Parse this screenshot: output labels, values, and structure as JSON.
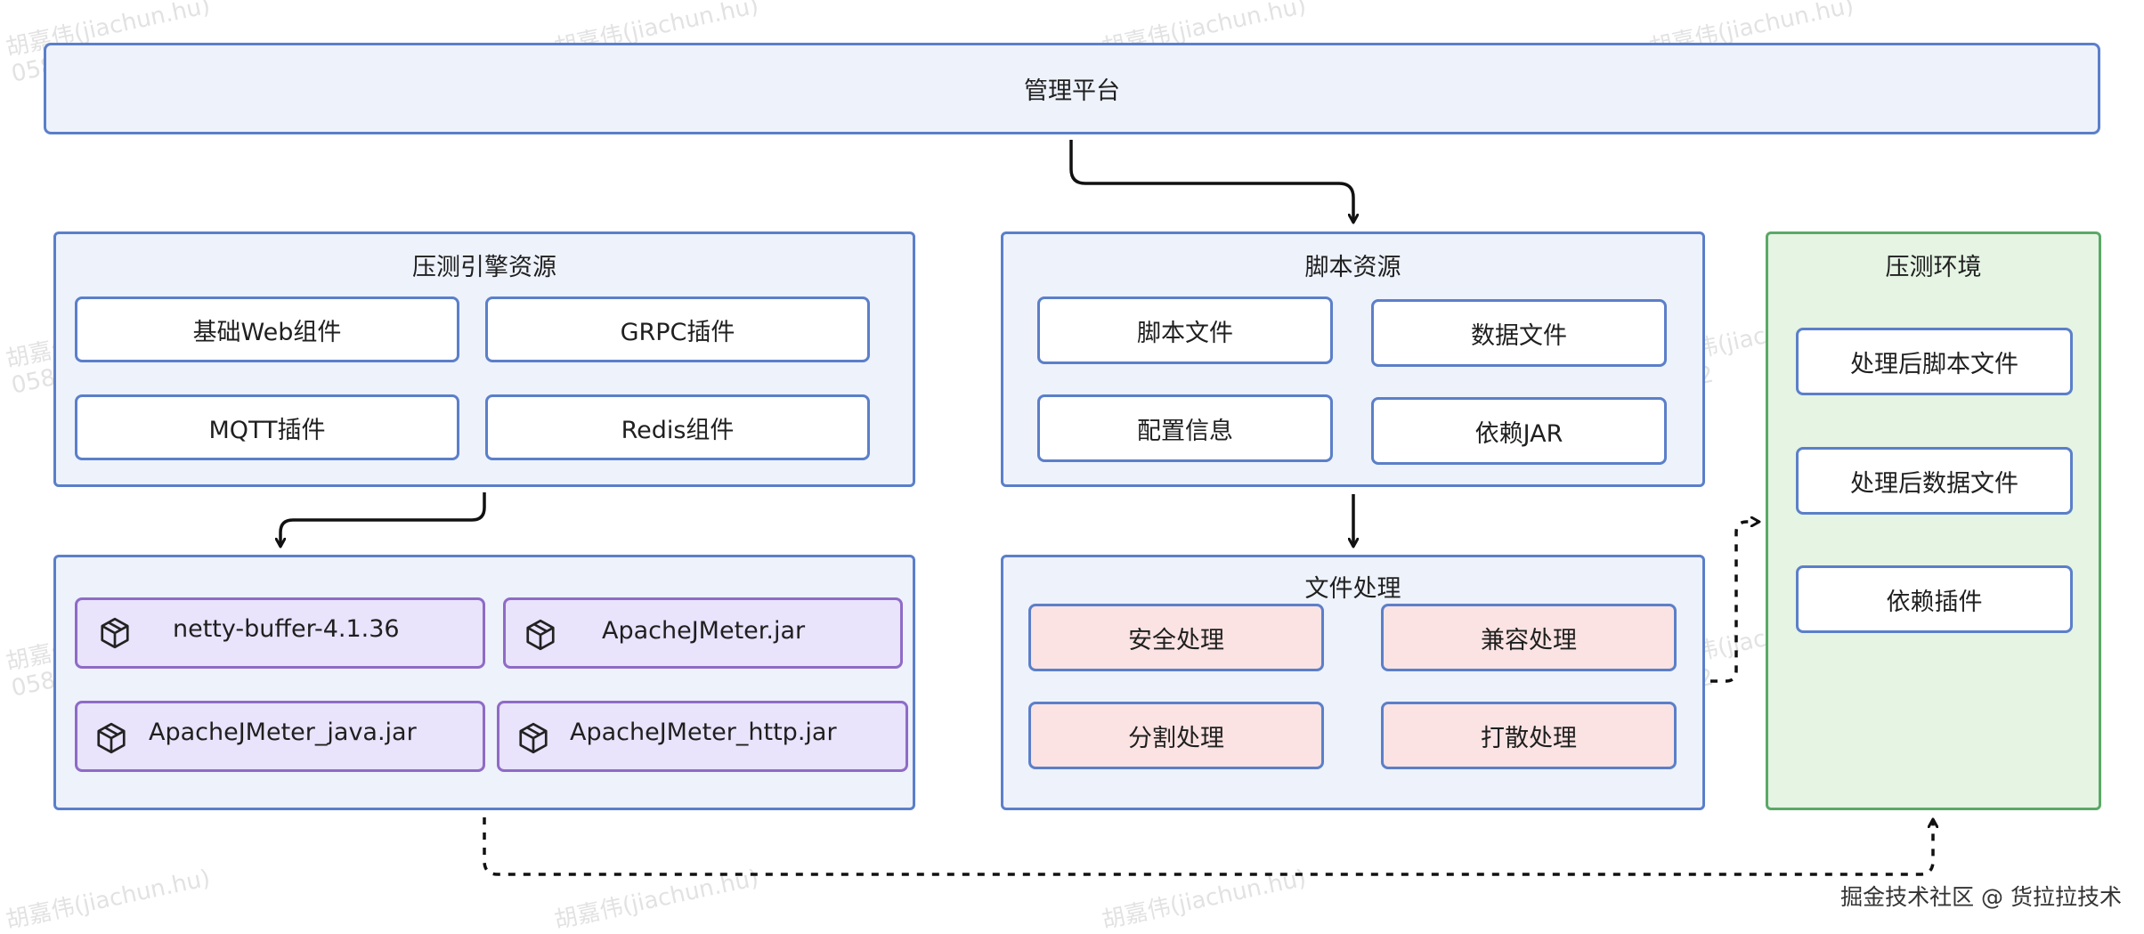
{
  "platform": {
    "label": "管理平台"
  },
  "engine_resources": {
    "title": "压测引擎资源",
    "items": [
      "基础Web组件",
      "GRPC插件",
      "MQTT插件",
      "Redis组件"
    ]
  },
  "jars": {
    "items": [
      "netty-buffer-4.1.36",
      "ApacheJMeter.jar",
      "ApacheJMeter_java.jar",
      "ApacheJMeter_http.jar"
    ],
    "icon": "package-icon"
  },
  "script_resources": {
    "title": "脚本资源",
    "items": [
      "脚本文件",
      "数据文件",
      "配置信息",
      "依赖JAR"
    ]
  },
  "file_processing": {
    "title": "文件处理",
    "items": [
      "安全处理",
      "兼容处理",
      "分割处理",
      "打散处理"
    ]
  },
  "environment": {
    "title": "压测环境",
    "items": [
      "处理后脚本文件",
      "处理后数据文件",
      "依赖插件"
    ]
  },
  "watermark": {
    "line1": "胡嘉伟(jiachun.hu)",
    "line2": "0582"
  },
  "credit": "掘金技术社区 @ 货拉拉技术",
  "colors": {
    "blue_border": "#5b7fc9",
    "blue_fill": "#eef2fb",
    "green_border": "#5ba867",
    "green_fill": "#e5f4e3",
    "purple_border": "#8f6bc6",
    "purple_fill": "#e9e3fb",
    "pink_fill": "#fbe3e3"
  }
}
